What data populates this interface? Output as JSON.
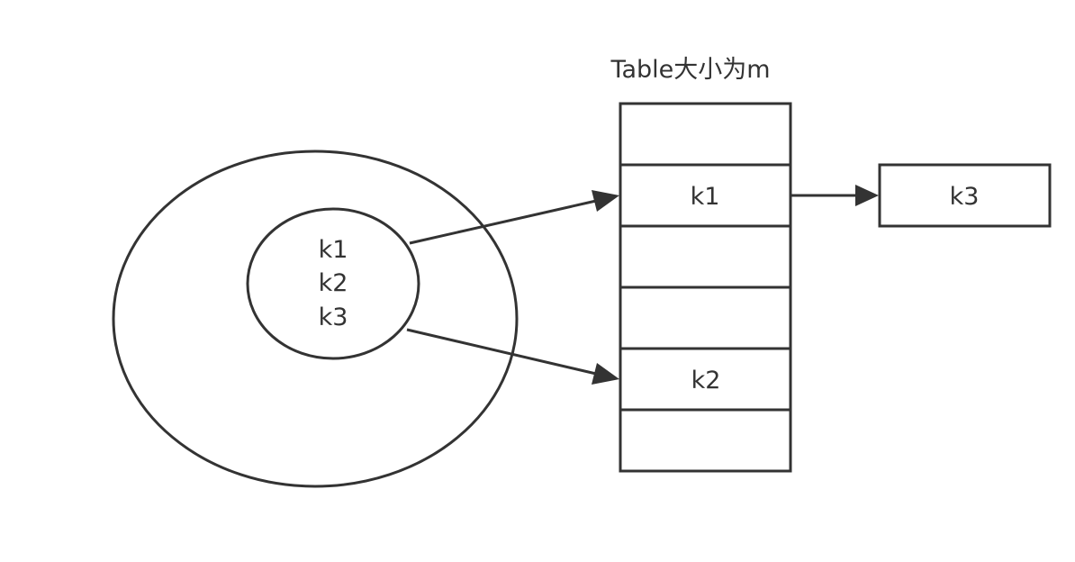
{
  "title": "Table大小为m",
  "key_set": [
    "k1",
    "k2",
    "k3"
  ],
  "table": {
    "slots": [
      "",
      "k1",
      "",
      "",
      "k2",
      ""
    ]
  },
  "chain_node": "k3",
  "colors": {
    "stroke": "#333333",
    "background": "#ffffff"
  }
}
